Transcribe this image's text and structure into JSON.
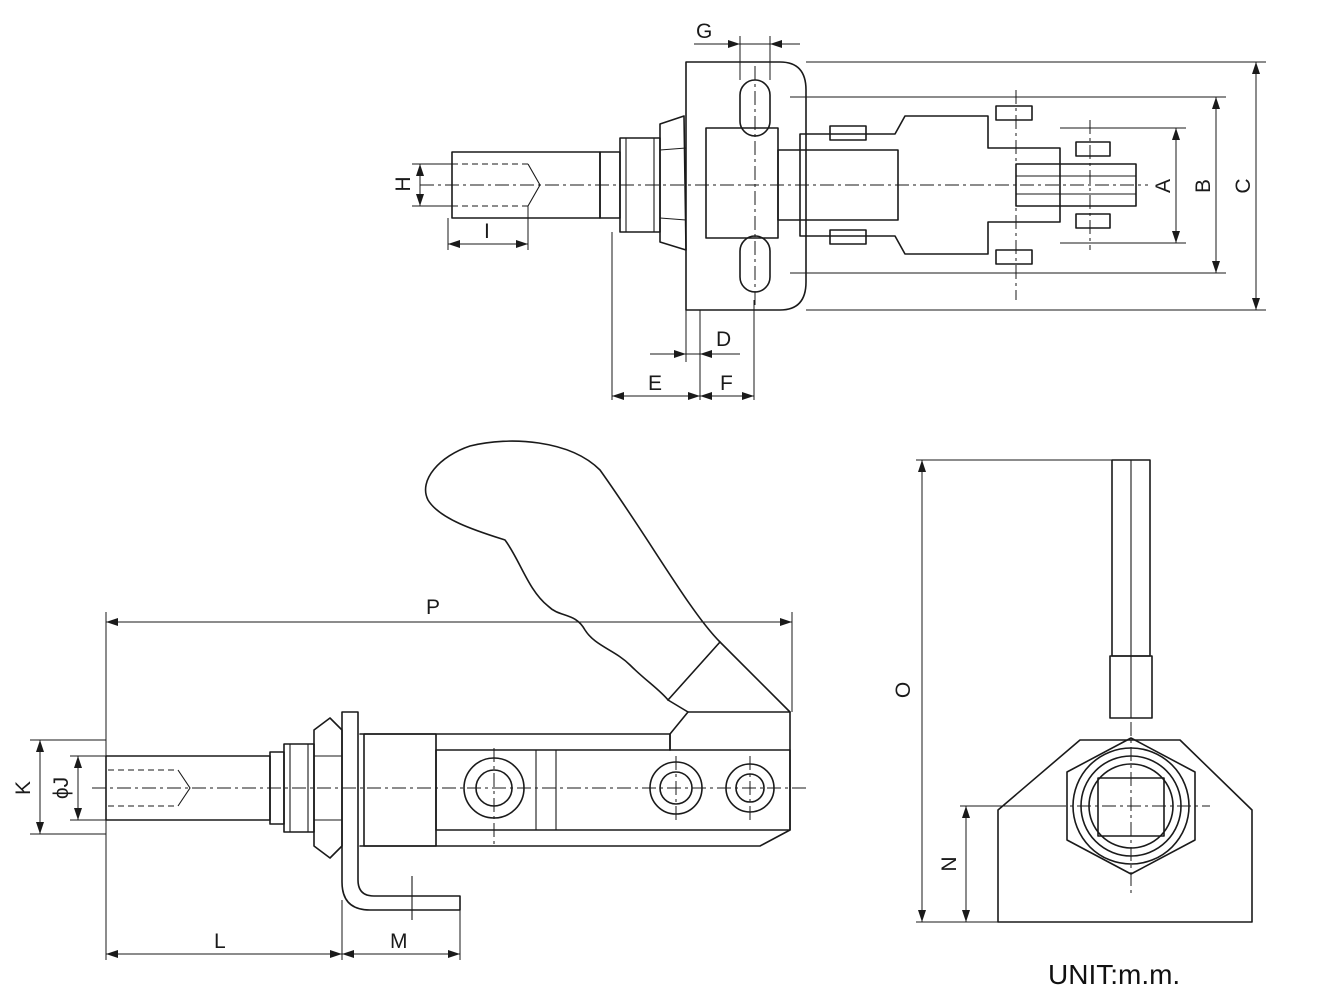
{
  "dimension_labels": {
    "A": "A",
    "B": "B",
    "C": "C",
    "D": "D",
    "E": "E",
    "F": "F",
    "G": "G",
    "H": "H",
    "I": "I",
    "J": "ϕJ",
    "K": "K",
    "L": "L",
    "M": "M",
    "N": "N",
    "O": "O",
    "P": "P"
  },
  "unit_label": "UNIT:m.m."
}
